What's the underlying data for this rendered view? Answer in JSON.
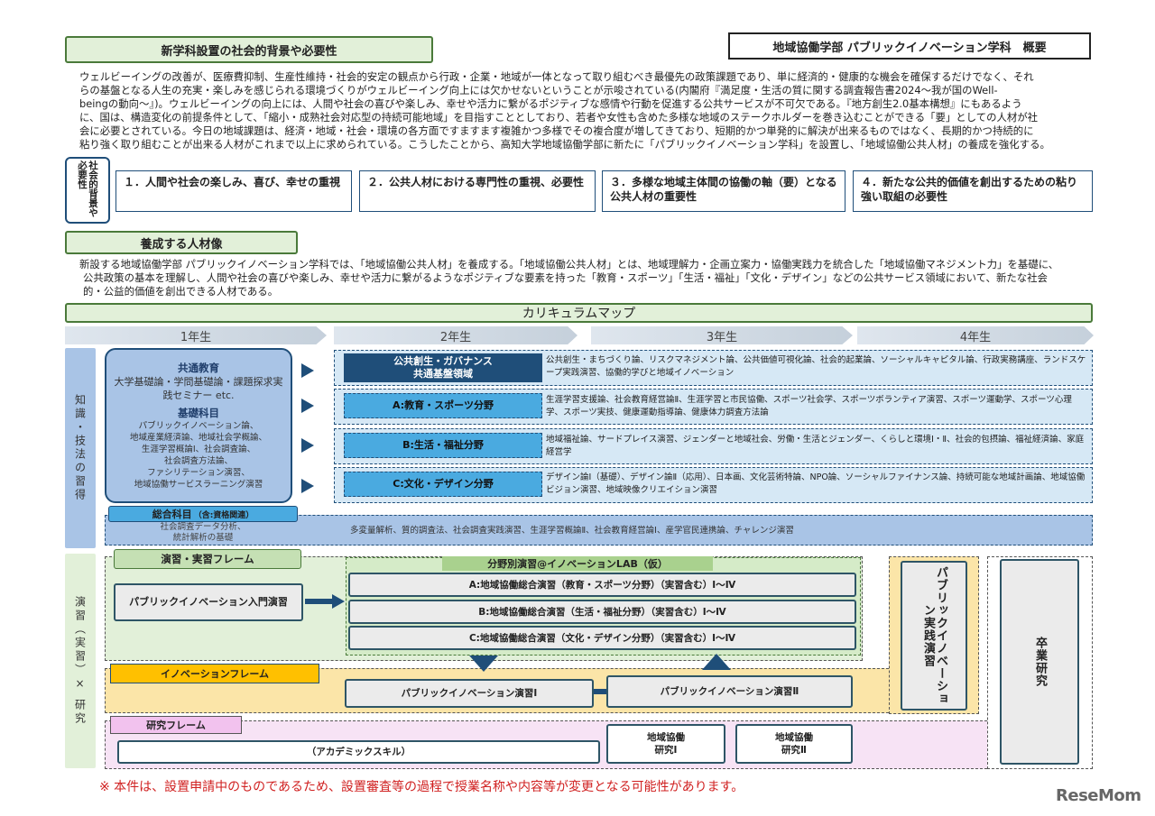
{
  "header": {
    "section1": "新学科設置の社会的背景や必要性",
    "overview": "地域協働学部 パブリックイノベーション学科　概要"
  },
  "intro": [
    "ウェルビーイングの改善が、医療費抑制、生産性維持・社会的安定の観点から行政・企業・地域が一体となって取り組むべき最優先の政策課題であり、単に経済的・健康的な機会を確保するだけでなく、それ",
    "らの基盤となる人生の充実・楽しみを感じられる環境づくりがウェルビーイング向上には欠かせないということが示唆されている(内閣府『満足度・生活の質に関する調査報告書2024～我が国のWell-",
    "beingの動向～』)。ウェルビーイングの向上には、人間や社会の喜びや楽しみ、幸せや活力に繋がるポジティブな感情や行動を促進する公共サービスが不可欠である。『地方創生2.0基本構想』にもあるよう",
    "に、国は、構造変化の前提条件として、「縮小・成熟社会対応型の持続可能地域」を目指すこととしており、若者や女性も含めた多様な地域のステークホルダーを巻き込むことができる「要」としての人材が社",
    "会に必要とされている。今日の地域課題は、経済・地域・社会・環境の各方面ですますます複雑かつ多様でその複合度が増してきており、短期的かつ単発的に解決が出来るものではなく、長期的かつ持続的に",
    "粘り強く取り組むことが出来る人材がこれまで以上に求められている。こうしたことから、高知大学地域協働学部に新たに「パブリックイノベーション学科」を設置し、「地域協働公共人材」の養成を強化する。"
  ],
  "necessity_label": "社会的背景や必要性",
  "points": [
    "１．人間や社会の楽しみ、喜び、幸せの重視",
    "２．公共人材における専門性の重視、必要性",
    "３．多様な地域主体間の協働の軸（要）となる公共人材の重要性",
    "４．新たな公共的価値を創出するための粘り強い取組の必要性"
  ],
  "section2": "養成する人材像",
  "talent": [
    "新設する地域協働学部 パブリックイノベーション学科では、「地域協働公共人材」を養成する。「地域協働公共人材」とは、地域理解力・企画立案力・協働実践力を統合した「地域協働マネジメント力」を基礎に、",
    "公共政策の基本を理解し、人間や社会の喜びや楽しみ、幸せや活力に繋がるようなポジティブな要素を持った「教育・スポーツ」「生活・福祉」「文化・デザイン」などの公共サービス領域において、新たな社会",
    "的・公益的価値を創出できる人材である。"
  ],
  "curriculum_title": "カリキュラムマップ",
  "years": [
    "1年生",
    "2年生",
    "3年生",
    "4年生"
  ],
  "side_labels": {
    "knowledge": "知識・技法の習得",
    "practice": "演習（実習）× 研究"
  },
  "common": {
    "title": "共通教育",
    "body": "大学基礎論・学問基礎論・課題探求実践セミナー etc.",
    "basic_title": "基礎科目",
    "basic_lines": [
      "パブリックイノベーション論、",
      "地域産業経済論、地域社会学概論、",
      "生涯学習概論Ⅰ、社会調査論、",
      "社会調査方法論、",
      "ファシリテーション演習、",
      "地域協働サービスラーニング演習"
    ]
  },
  "fields": [
    {
      "name": "公共創生・ガバナンス\n共通基盤領域",
      "courses": "公共創生・まちづくり論、リスクマネジメント論、公共価値可視化論、社会的起業論、ソーシャルキャピタル論、行政実務講座、ランドスケープ実践演習、協働的学びと地域イノベーション"
    },
    {
      "name": "A:教育・スポーツ分野",
      "courses": "生涯学習支援論、社会教育経営論Ⅱ、生涯学習と市民協働、スポーツ社会学、スポーツボランティア演習、スポーツ運動学、スポーツ心理学、スポーツ実技、健康運動指導論、健康体力調査方法論"
    },
    {
      "name": "B:生活・福祉分野",
      "courses": "地域福祉論、サードプレイス演習、ジェンダーと地域社会、労働・生活とジェンダー、くらしと環境Ⅰ・Ⅱ、社会的包摂論、福祉経済論、家庭経営学"
    },
    {
      "name": "C:文化・デザイン分野",
      "courses": "デザイン論Ⅰ（基礎）、デザイン論Ⅱ（応用）、日本画、文化芸術特論、NPO論、ソーシャルファイナンス論、持続可能な地域計画論、地域協働ビジョン演習、地域映像クリエイション演習"
    }
  ],
  "general": {
    "label": "総合科目",
    "sub": "（含:資格関連）",
    "left_lines": [
      "社会調査データ分析、",
      "統計解析の基礎"
    ],
    "right": "多変量解析、質的調査法、社会調査実践演習、生涯学習概論Ⅱ、社会教育経営論Ⅰ、産学官民連携論、チャレンジ演習"
  },
  "practice": {
    "frame": "演習・実習フレーム",
    "intro": "パブリックイノベーション入門演習",
    "lab": "分野別演習@イノベーションLAB（仮）",
    "lab_items": [
      "A:地域協働総合演習（教育・スポーツ分野）（実習含む）Ⅰ～Ⅳ",
      "B:地域協働総合演習（生活・福祉分野）（実習含む）Ⅰ～Ⅳ",
      "C:地域協働総合演習（文化・デザイン分野）（実習含む）Ⅰ～Ⅳ"
    ],
    "vertical": "パブリックイノベーション実践演習",
    "thesis": "卒業研究"
  },
  "innovation": {
    "frame": "イノベーションフレーム",
    "one": "パブリックイノベーション演習Ⅰ",
    "two": "パブリックイノベーション演習Ⅱ"
  },
  "research": {
    "frame": "研究フレーム",
    "academic": "（アカデミックスキル）",
    "r1": "地域協働\n研究Ⅰ",
    "r2": "地域協働\n研究Ⅱ"
  },
  "note": "※ 本件は、設置申請中のものであるため、設置審査等の過程で授業名称や内容等が変更となる可能性があります。",
  "watermark": "ReseMom"
}
